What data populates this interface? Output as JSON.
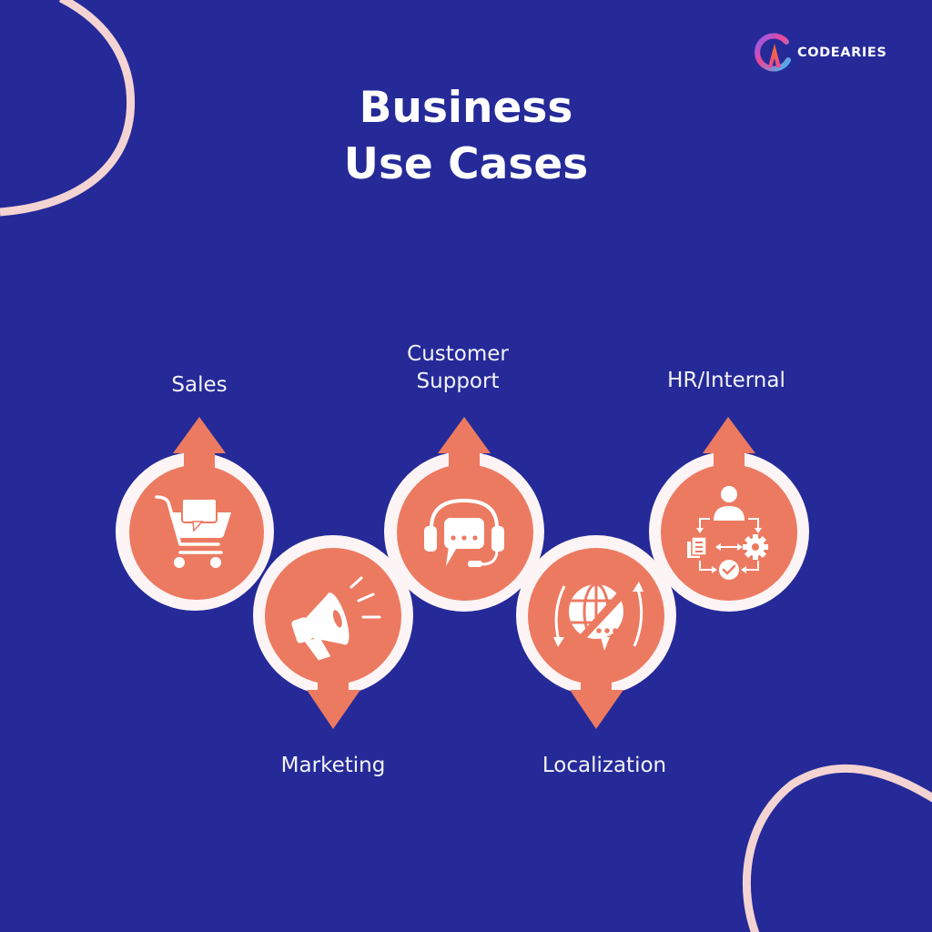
{
  "brand": {
    "name": "CODEARIES",
    "logo_icon": "codearies-logo-icon"
  },
  "title": {
    "line1": "Business",
    "line2": "Use Cases"
  },
  "colors": {
    "background": "#252a98",
    "accent": "#ec7a61",
    "ring": "#fdf4f5",
    "decor_curve": "#f4d3d3",
    "text": "#ffffff"
  },
  "use_cases": [
    {
      "label": "Sales",
      "icon": "shopping-cart-chat-icon",
      "arrow": "up"
    },
    {
      "label": "Marketing",
      "icon": "megaphone-icon",
      "arrow": "down"
    },
    {
      "label": "Customer Support",
      "label_line1": "Customer",
      "label_line2": "Support",
      "icon": "headset-chat-icon",
      "arrow": "up"
    },
    {
      "label": "Localization",
      "icon": "globe-translation-icon",
      "arrow": "down"
    },
    {
      "label": "HR/Internal",
      "icon": "workflow-process-icon",
      "arrow": "up"
    }
  ]
}
